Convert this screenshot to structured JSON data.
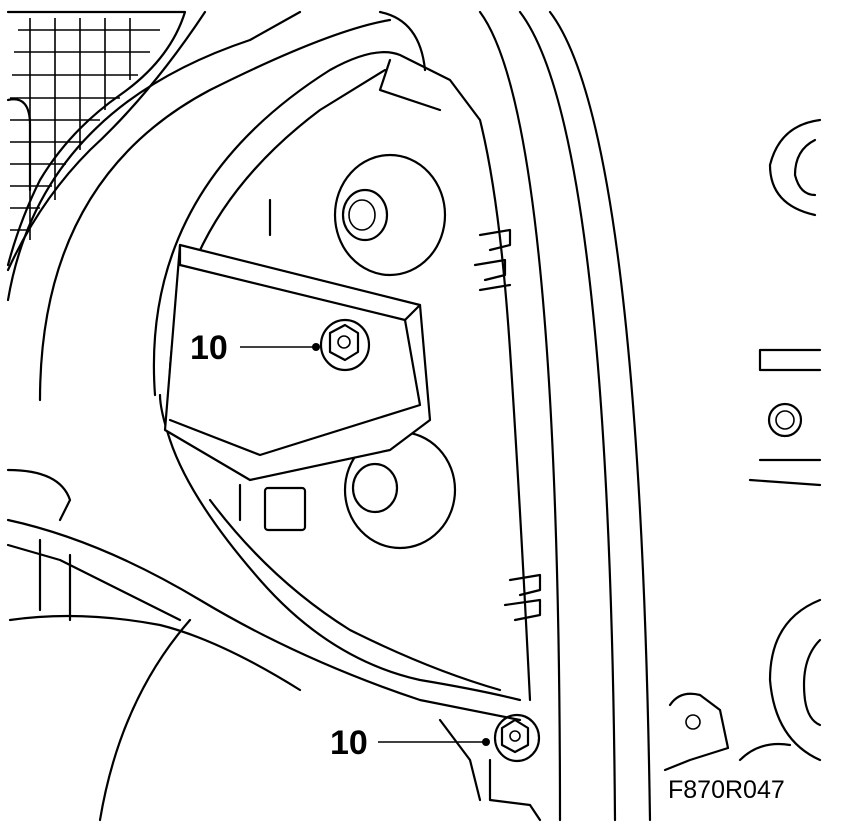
{
  "callouts": [
    {
      "label": "10"
    },
    {
      "label": "10"
    }
  ],
  "figure_id": "F870R047"
}
